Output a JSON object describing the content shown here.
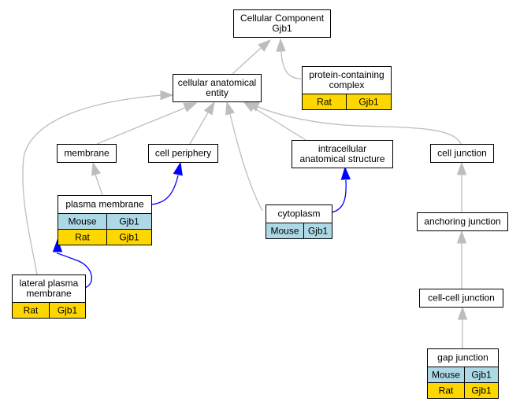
{
  "colors": {
    "edge_gray": "#bdbdbd",
    "edge_blue": "#0000ff",
    "node_border": "#000000",
    "node_fill": "#ffffff",
    "mouse_fill": "#add8e6",
    "rat_fill": "#ffd700"
  },
  "nodes": {
    "cellular_component": {
      "lines": [
        "Cellular Component",
        "Gjb1"
      ],
      "rows": []
    },
    "protein_containing_complex": {
      "lines": [
        "protein-containing",
        "complex"
      ],
      "rows": [
        {
          "species": "Rat",
          "gene": "Gjb1",
          "color": "#ffd700"
        }
      ]
    },
    "cellular_anatomical_entity": {
      "lines": [
        "cellular anatomical",
        "entity"
      ],
      "rows": []
    },
    "membrane": {
      "lines": [
        "membrane"
      ],
      "rows": []
    },
    "cell_periphery": {
      "lines": [
        "cell periphery"
      ],
      "rows": []
    },
    "intracellular_anatomical_structure": {
      "lines": [
        "intracellular",
        "anatomical structure"
      ],
      "rows": []
    },
    "cell_junction": {
      "lines": [
        "cell junction"
      ],
      "rows": []
    },
    "plasma_membrane": {
      "lines": [
        "plasma membrane"
      ],
      "rows": [
        {
          "species": "Mouse",
          "gene": "Gjb1",
          "color": "#add8e6"
        },
        {
          "species": "Rat",
          "gene": "Gjb1",
          "color": "#ffd700"
        }
      ]
    },
    "cytoplasm": {
      "lines": [
        "cytoplasm"
      ],
      "rows": [
        {
          "species": "Mouse",
          "gene": "Gjb1",
          "color": "#add8e6"
        }
      ]
    },
    "anchoring_junction": {
      "lines": [
        "anchoring junction"
      ],
      "rows": []
    },
    "lateral_plasma_membrane": {
      "lines": [
        "lateral plasma",
        "membrane"
      ],
      "rows": [
        {
          "species": "Rat",
          "gene": "Gjb1",
          "color": "#ffd700"
        }
      ]
    },
    "cell_cell_junction": {
      "lines": [
        "cell-cell junction"
      ],
      "rows": []
    },
    "gap_junction": {
      "lines": [
        "gap junction"
      ],
      "rows": [
        {
          "species": "Mouse",
          "gene": "Gjb1",
          "color": "#add8e6"
        },
        {
          "species": "Rat",
          "gene": "Gjb1",
          "color": "#ffd700"
        }
      ]
    }
  },
  "edges": [
    {
      "from": "cellular_anatomical_entity",
      "to": "cellular_component",
      "type": "is_a"
    },
    {
      "from": "protein_containing_complex",
      "to": "cellular_component",
      "type": "is_a"
    },
    {
      "from": "membrane",
      "to": "cellular_anatomical_entity",
      "type": "is_a"
    },
    {
      "from": "cell_periphery",
      "to": "cellular_anatomical_entity",
      "type": "is_a"
    },
    {
      "from": "intracellular_anatomical_structure",
      "to": "cellular_anatomical_entity",
      "type": "is_a"
    },
    {
      "from": "cell_junction",
      "to": "cellular_anatomical_entity",
      "type": "is_a"
    },
    {
      "from": "cytoplasm",
      "to": "cellular_anatomical_entity",
      "type": "is_a"
    },
    {
      "from": "lateral_plasma_membrane",
      "to": "cellular_anatomical_entity",
      "type": "is_a"
    },
    {
      "from": "plasma_membrane",
      "to": "membrane",
      "type": "is_a"
    },
    {
      "from": "plasma_membrane",
      "to": "cell_periphery",
      "type": "part_of"
    },
    {
      "from": "cytoplasm",
      "to": "intracellular_anatomical_structure",
      "type": "part_of"
    },
    {
      "from": "lateral_plasma_membrane",
      "to": "plasma_membrane",
      "type": "part_of"
    },
    {
      "from": "anchoring_junction",
      "to": "cell_junction",
      "type": "is_a"
    },
    {
      "from": "cell_cell_junction",
      "to": "anchoring_junction",
      "type": "is_a"
    },
    {
      "from": "gap_junction",
      "to": "cell_cell_junction",
      "type": "is_a"
    }
  ]
}
